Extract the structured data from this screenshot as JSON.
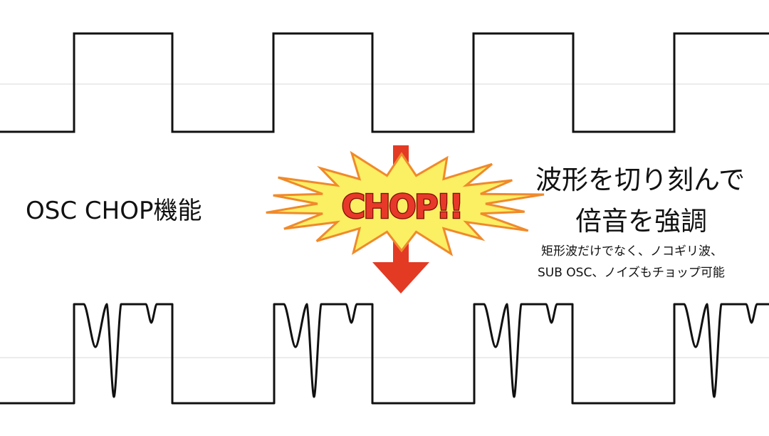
{
  "labels": {
    "feature_title": "OSC CHOP機能",
    "heading_line1": "波形を切り刻んで",
    "heading_line2": "倍音を強調",
    "desc_line1": "矩形波だけでなく、ノコギリ波、",
    "desc_line2": "SUB OSC、ノイズもチョップ可能"
  },
  "burst": {
    "text": "CHOP!!",
    "fill_color": "#fbef63",
    "stroke_color": "#f08a2b",
    "text_color": "#e8382a"
  },
  "arrow": {
    "color": "#e33a24",
    "direction": "down"
  },
  "colors": {
    "wave": "#111111",
    "gridline": "#d8d8d8",
    "background": "#ffffff"
  }
}
